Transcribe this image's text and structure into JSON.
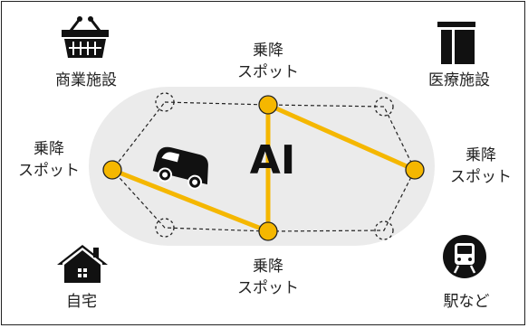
{
  "center_label": "AI",
  "stop_line1": "乗降",
  "stop_line2": "スポット",
  "corners": {
    "commercial": "商業施設",
    "medical": "医療施設",
    "home": "自宅",
    "station": "駅など"
  },
  "icons": {
    "commercial": "shopping-basket-icon",
    "medical": "hospital-building-icon",
    "home": "house-icon",
    "station": "train-icon",
    "vehicle": "van-icon"
  },
  "colors": {
    "route": "#F5B700",
    "background_pill": "#EBEBEB",
    "dashed": "#222222"
  }
}
